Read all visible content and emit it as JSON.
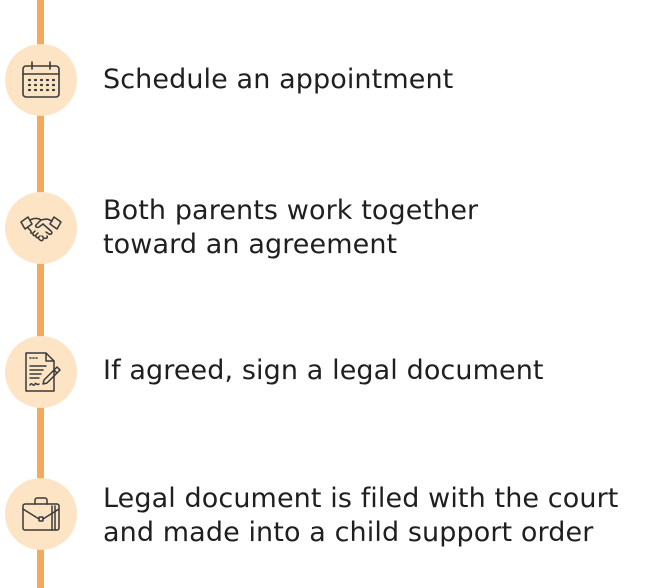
{
  "colors": {
    "timeline": "#f5a95a",
    "icon_circle": "#fce4c4",
    "icon_stroke": "#3a3a3a",
    "text": "#1f1f1f"
  },
  "steps": [
    {
      "icon": "calendar-icon",
      "label": "Schedule an appointment"
    },
    {
      "icon": "handshake-icon",
      "label": "Both parents work together\ntoward an agreement"
    },
    {
      "icon": "signed-document-icon",
      "label": "If agreed, sign a legal document"
    },
    {
      "icon": "briefcase-icon",
      "label": "Legal document is filed with the court\nand made into a child support order"
    }
  ]
}
